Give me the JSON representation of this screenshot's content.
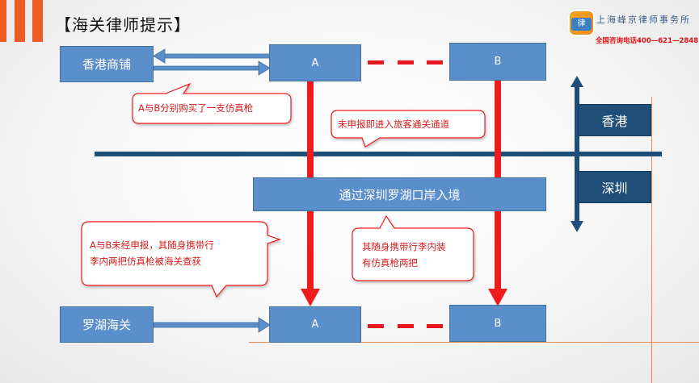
{
  "header": {
    "title": "【海关律师提示】",
    "firm_name": "上海峰京律师事务所",
    "hotline": "全国咨询电话400—621—2848",
    "logo_glyph": "律"
  },
  "nodes": {
    "hk_shop": "香港商铺",
    "a_top": "A",
    "b_top": "B",
    "crossing": "通过深圳罗湖口岸入境",
    "luohu_customs": "罗湖海关",
    "a_bottom": "A",
    "b_bottom": "B"
  },
  "regions": {
    "hong_kong": "香港",
    "shenzhen": "深圳"
  },
  "callouts": {
    "purchase": "A与B分别购买了一支仿真枪",
    "undeclared_lane": "未申报即进入旅客通关通道",
    "caught": "A与B未经申报，其随身携带行\n李内两把仿真枪被海关查获",
    "luggage": "其随身携带行李内装\n有仿真枪两把"
  },
  "colors": {
    "accent_orange": "#ee5b24",
    "box_blue": "#5b8fcb",
    "dark_blue": "#1f4e79",
    "alert_red": "#ee1c1c"
  }
}
